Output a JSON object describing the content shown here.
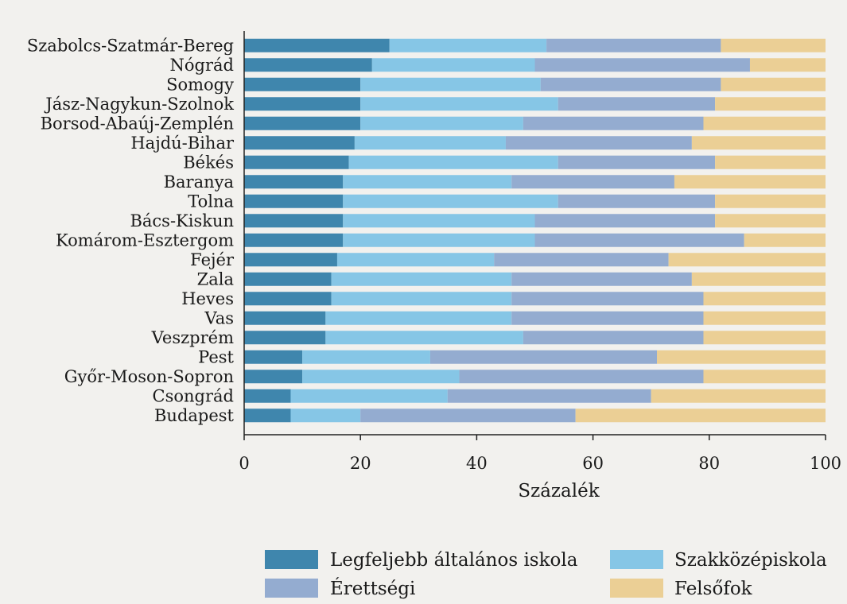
{
  "chart_data": {
    "type": "bar",
    "orientation": "horizontal",
    "stacked": true,
    "xlabel": "Százalék",
    "xlim": [
      0,
      100
    ],
    "xticks": [
      0,
      20,
      40,
      60,
      80,
      100
    ],
    "grid": false,
    "legend_position": "bottom",
    "categories": [
      "Szabolcs-Szatmár-Bereg",
      "Nógrád",
      "Somogy",
      "Jász-Nagykun-Szolnok",
      "Borsod-Abaúj-Zemplén",
      "Hajdú-Bihar",
      "Békés",
      "Baranya",
      "Tolna",
      "Bács-Kiskun",
      "Komárom-Esztergom",
      "Fejér",
      "Zala",
      "Heves",
      "Vas",
      "Veszprém",
      "Pest",
      "Győr-Moson-Sopron",
      "Csongrád",
      "Budapest"
    ],
    "series": [
      {
        "name": "Legfeljebb általános iskola",
        "color": "#3f86ad",
        "values": [
          25,
          22,
          20,
          20,
          20,
          19,
          18,
          17,
          17,
          17,
          17,
          16,
          15,
          15,
          14,
          14,
          10,
          10,
          8,
          8
        ]
      },
      {
        "name": "Szakközépiskola",
        "color": "#86c6e6",
        "values": [
          27,
          28,
          31,
          34,
          28,
          26,
          36,
          29,
          37,
          33,
          33,
          27,
          31,
          31,
          32,
          34,
          22,
          27,
          27,
          12
        ]
      },
      {
        "name": "Érettségi",
        "color": "#94acd0",
        "values": [
          30,
          37,
          31,
          27,
          31,
          32,
          27,
          28,
          27,
          31,
          36,
          30,
          31,
          33,
          33,
          31,
          39,
          42,
          35,
          37
        ]
      },
      {
        "name": "Felsőfok",
        "color": "#ebcf95",
        "values": [
          18,
          13,
          18,
          19,
          21,
          23,
          19,
          26,
          19,
          19,
          14,
          27,
          23,
          21,
          21,
          21,
          29,
          21,
          30,
          43
        ]
      }
    ]
  }
}
